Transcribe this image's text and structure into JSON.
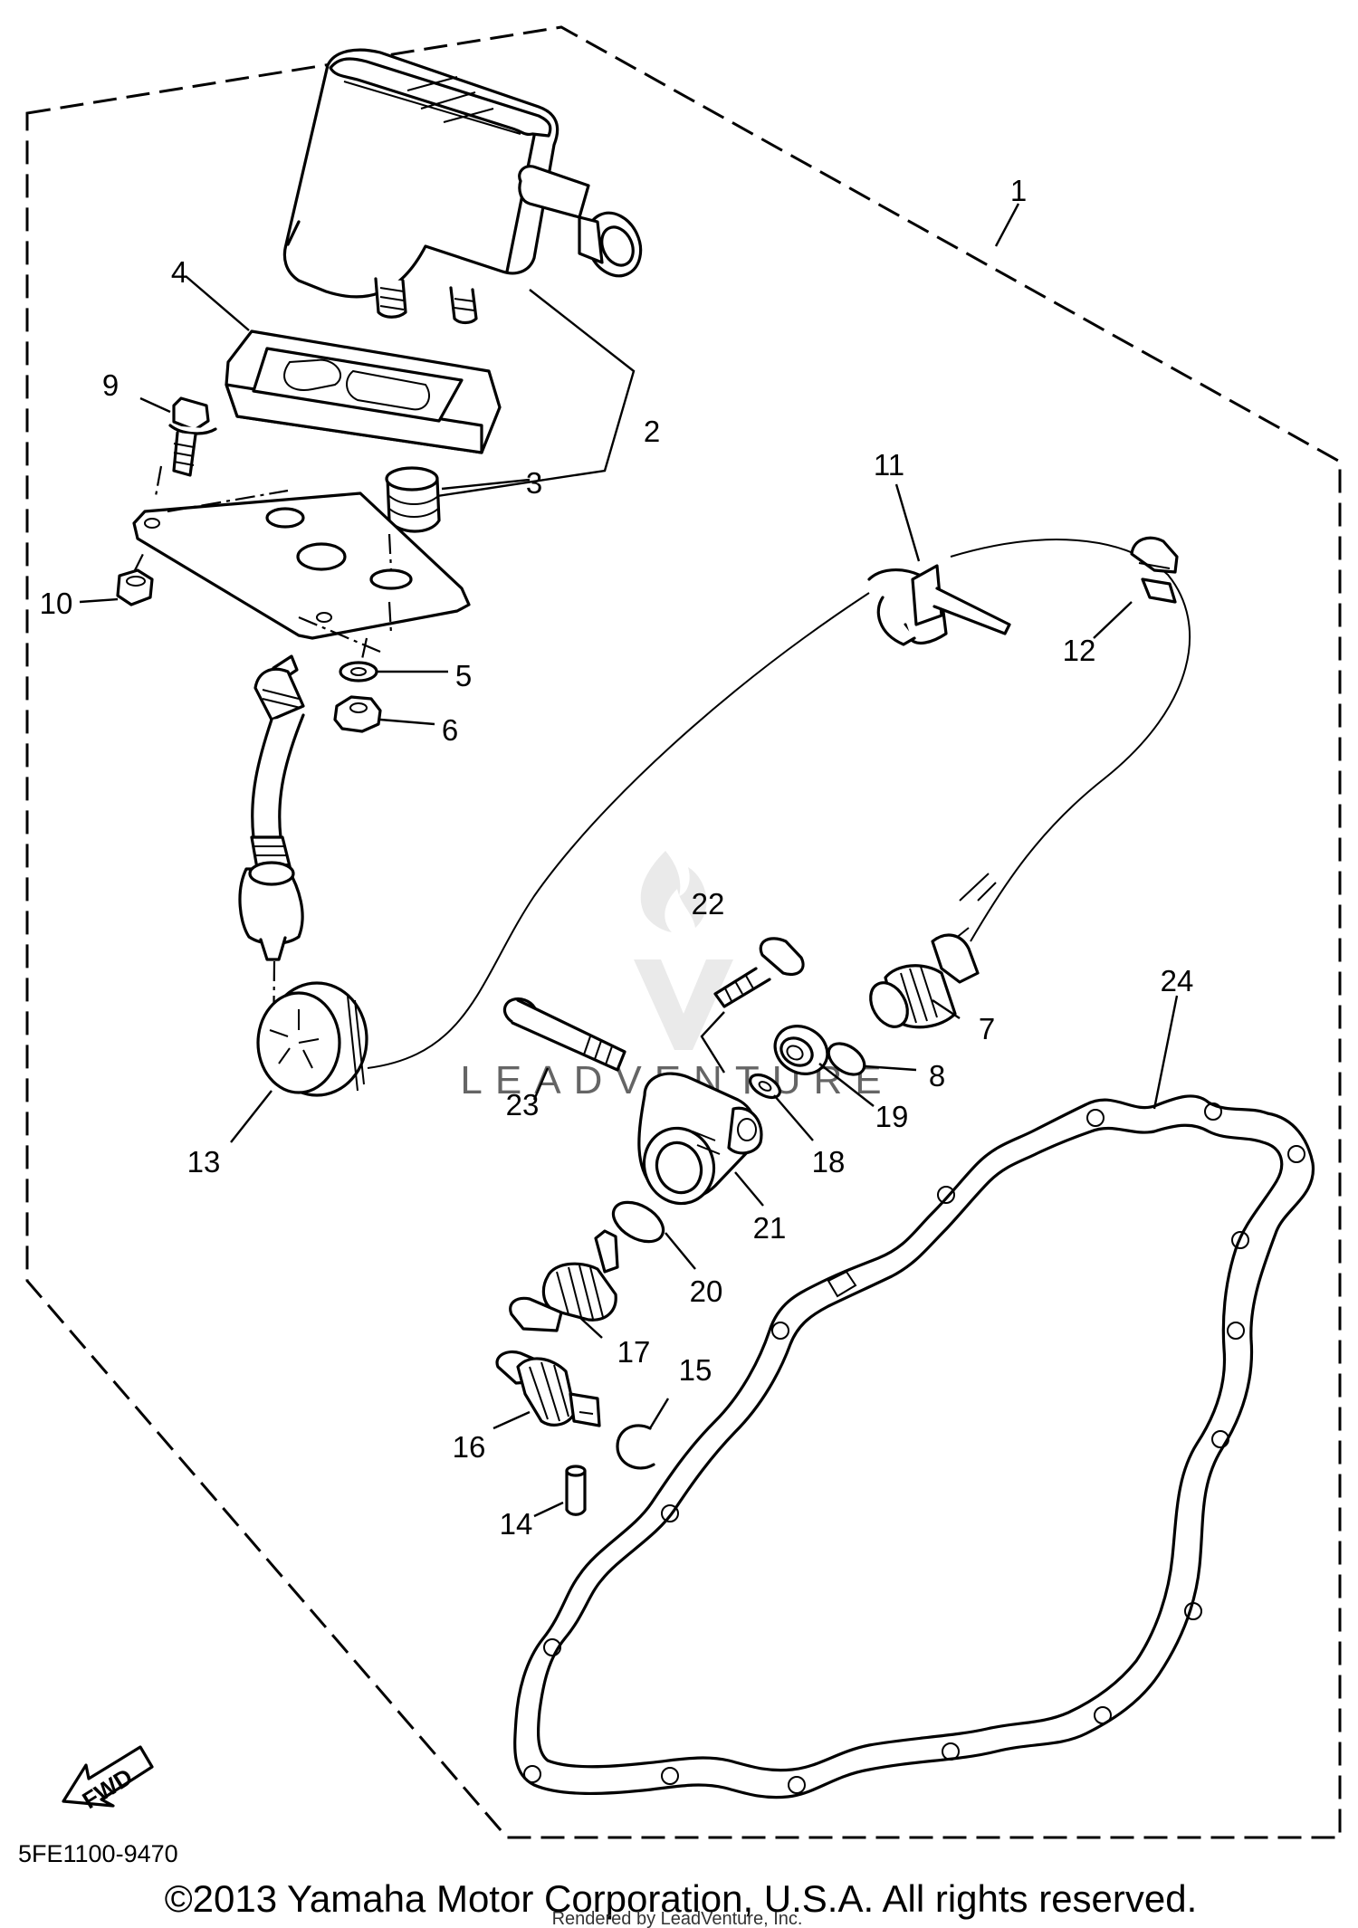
{
  "diagram": {
    "part_numbers": [
      "1",
      "2",
      "3",
      "4",
      "5",
      "6",
      "7",
      "8",
      "9",
      "10",
      "11",
      "12",
      "13",
      "14",
      "15",
      "16",
      "17",
      "18",
      "19",
      "20",
      "21",
      "22",
      "23",
      "24"
    ],
    "drawing_code": "5FE1100-9470",
    "fwd_label": "FWD",
    "copyright": "©2013 Yamaha Motor Corporation, U.S.A. All rights reserved.",
    "rendered_by": "Rendered by LeadVenture, Inc.",
    "watermark_text": "LEADVENTURE"
  }
}
